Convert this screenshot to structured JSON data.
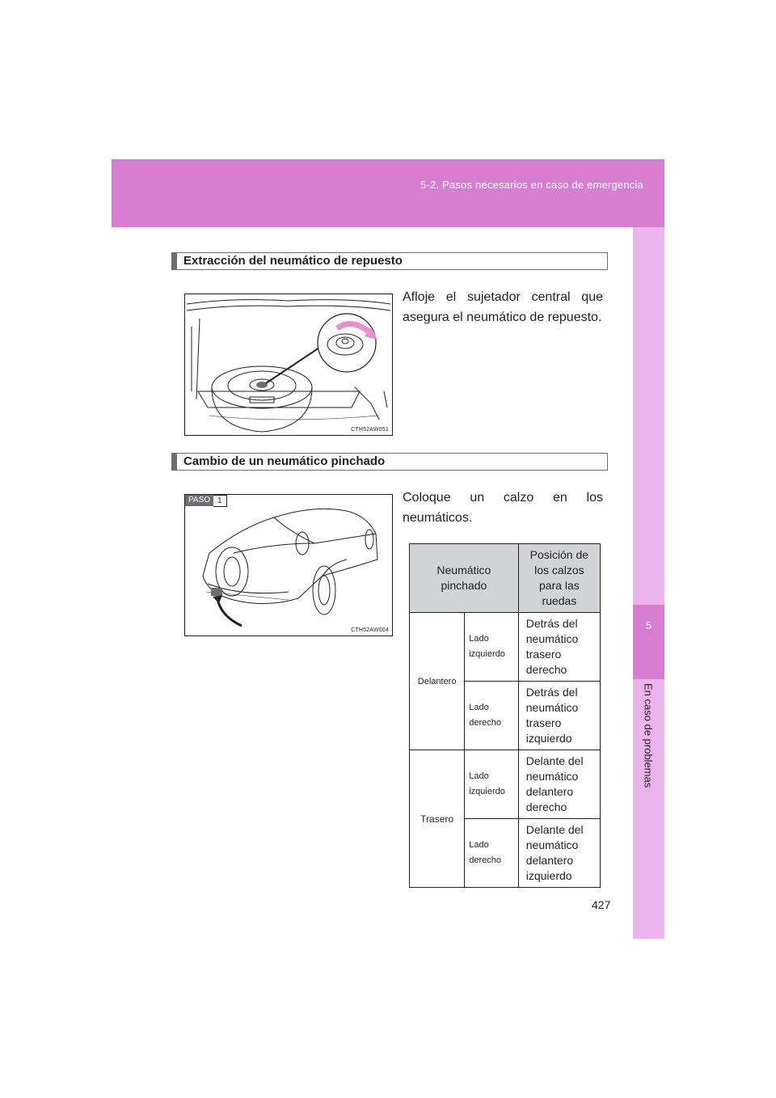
{
  "header": {
    "section_title": "5-2. Pasos necesarios en caso de emergencia"
  },
  "side_tab": {
    "number": "5",
    "label": "En caso de problemas"
  },
  "section1": {
    "title": "Extracción del neumático de repuesto",
    "text": "Afloje el sujetador central que asegura el neumático de repuesto.",
    "figure_code": "CTH52AW051"
  },
  "section2": {
    "title": "Cambio de un neumático pinchado",
    "text": "Coloque un calzo en los neumáticos.",
    "figure_code": "CTH52AW004",
    "step_label": "PASO",
    "step_number": "1"
  },
  "table": {
    "headers": [
      "Neumático pinchado",
      "Posición de los calzos para las ruedas"
    ],
    "groups": [
      {
        "position": "Delantero",
        "rows": [
          {
            "side": "Lado izquierdo",
            "chock": "Detrás del neumático trasero derecho"
          },
          {
            "side": "Lado derecho",
            "chock": "Detrás del neumático trasero izquierdo"
          }
        ]
      },
      {
        "position": "Trasero",
        "rows": [
          {
            "side": "Lado izquierdo",
            "chock": "Delante del neumático delantero derecho"
          },
          {
            "side": "Lado derecho",
            "chock": "Delante del neumático delantero izquierdo"
          }
        ]
      }
    ]
  },
  "page_number": "427"
}
